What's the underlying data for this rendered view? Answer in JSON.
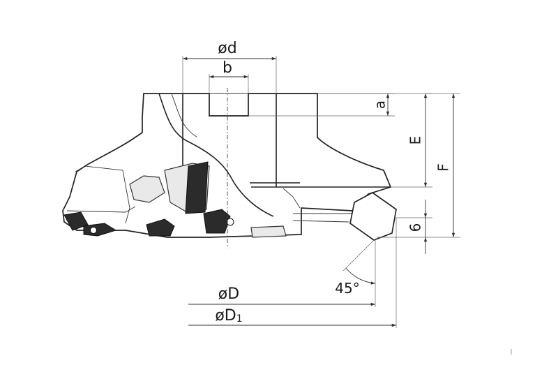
{
  "labels": {
    "bore_diameter": "ød",
    "keyway_width": "b",
    "keyway_depth": "a",
    "body_height": "E",
    "total_height": "F",
    "insert_height": "6",
    "lead_angle": "45°",
    "cutting_diameter": "øD",
    "max_diameter": "øD",
    "max_diameter_subscript": "1"
  },
  "colors": {
    "line": "#222222",
    "insert": "#2b2b2b",
    "background": "#ffffff"
  }
}
